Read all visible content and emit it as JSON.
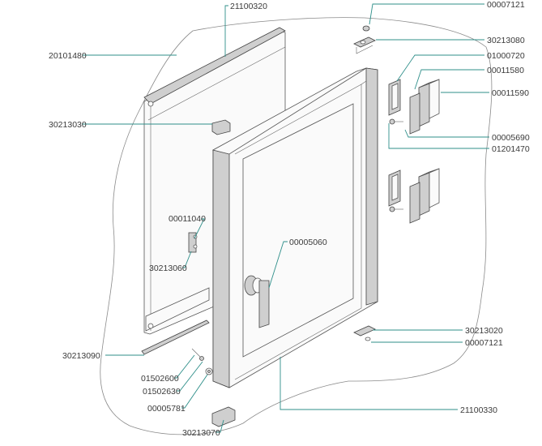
{
  "labels": {
    "l_21100320": "21100320",
    "l_20101480": "20101480",
    "l_30213030": "30213030",
    "l_00011040": "00011040",
    "l_30213060": "30213060",
    "l_30213090": "30213090",
    "l_01502600": "01502600",
    "l_01502630": "01502630",
    "l_00005781": "00005781",
    "l_30213070": "30213070",
    "l_00005060": "00005060",
    "l_21100330": "21100330",
    "l_00007121_top": "00007121",
    "l_30213080": "30213080",
    "l_01000720": "01000720",
    "l_00011580": "00011580",
    "l_00011590": "00011590",
    "l_00005690": "00005690",
    "l_01201470": "01201470",
    "l_30213020": "30213020",
    "l_00007121_bottom": "00007121"
  },
  "colors": {
    "leader": "#2f8f8a",
    "outline": "#555555",
    "text": "#3a3a3a"
  }
}
